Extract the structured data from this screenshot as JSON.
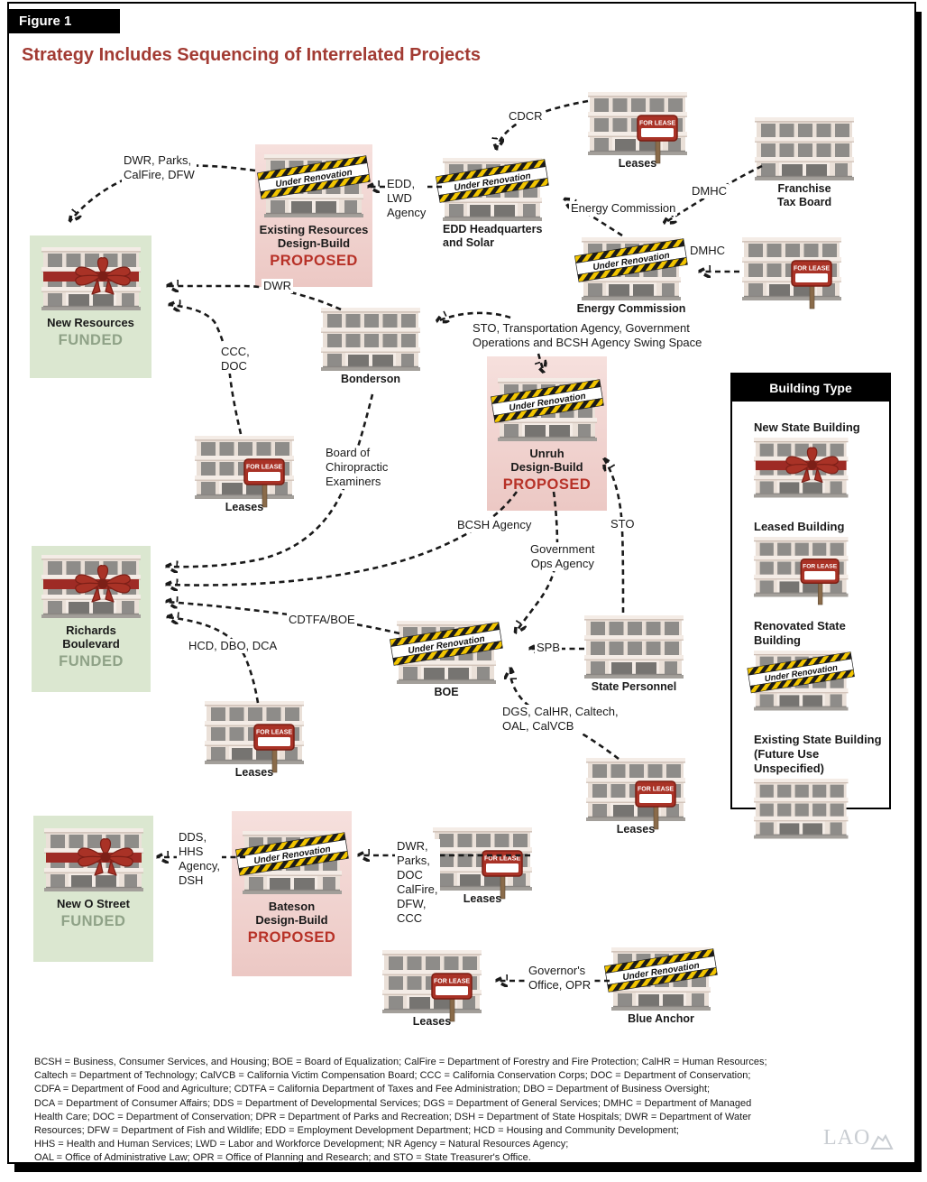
{
  "figure_label": "Figure 1",
  "title": "Strategy Includes Sequencing of Interrelated Projects",
  "colors": {
    "title_red": "#A23B33",
    "proposed_red": "#B73127",
    "funded_green": "#8FA287",
    "funded_box_green": "#DBE7D0",
    "proposed_box_pink": "#F3D7D3",
    "tape_yellow": "#F2C500",
    "lease_sign_red": "#A93226",
    "bow_red": "#A93226"
  },
  "building_art": {
    "under_renovation": "Under Renovation",
    "for_lease": "FOR LEASE"
  },
  "nodes": {
    "leases_top": {
      "label": "Leases"
    },
    "franchise_tax_board": {
      "label": "Franchise\nTax Board"
    },
    "edd": {
      "label": "EDD Headquarters\nand Solar"
    },
    "existing_resources": {
      "name": "Existing Resources\nDesign-Build",
      "status": "PROPOSED"
    },
    "new_resources": {
      "name": "New Resources",
      "status": "FUNDED"
    },
    "energy_commission": {
      "label": "Energy Commission"
    },
    "bonderson": {
      "label": "Bonderson"
    },
    "unruh": {
      "name": "Unruh\nDesign-Build",
      "status": "PROPOSED"
    },
    "leases_ccc": {
      "label": "Leases"
    },
    "richards_boulevard": {
      "name": "Richards\nBoulevard",
      "status": "FUNDED"
    },
    "boe": {
      "label": "BOE"
    },
    "state_personnel": {
      "label": "State Personnel"
    },
    "leases_hcd": {
      "label": "Leases"
    },
    "leases_dgs": {
      "label": "Leases"
    },
    "new_o_street": {
      "name": "New O Street",
      "status": "FUNDED"
    },
    "bateson": {
      "name": "Bateson\nDesign-Build",
      "status": "PROPOSED"
    },
    "leases_dwr": {
      "label": "Leases"
    },
    "leases_bottom": {
      "label": "Leases"
    },
    "blue_anchor": {
      "label": "Blue Anchor"
    }
  },
  "arrow_labels": {
    "cdcr": "CDCR",
    "dmhc_upper": "DMHC",
    "dmhc_lower": "DMHC",
    "energy_commission_move": "Energy Commission",
    "edd_lwd": "EDD,\nLWD\nAgency",
    "dwr_parks_calfire": "DWR, Parks,\nCalFire, DFW",
    "dwr": "DWR",
    "ccc_doc": "CCC,\nDOC",
    "swing_space": "STO, Transportation Agency, Government\nOperations and BCSH Agency Swing Space",
    "board_chiro": "Board of\nChiropractic\nExaminers",
    "bcsh": "BCSH Agency",
    "gov_ops": "Government\nOps Agency",
    "sto": "STO",
    "cdtfa_boe": "CDTFA/BOE",
    "hcd_dbo_dca": "HCD, DBO, DCA",
    "spb": "SPB",
    "dgs": "DGS, CalHR, Caltech,\nOAL, CalVCB",
    "dds_hhs": "DDS,\nHHS\nAgency,\nDSH",
    "dwr_full": "DWR,\nParks,\nDOC\nCalFire,\nDFW,\nCCC",
    "governor": "Governor's\nOffice, OPR"
  },
  "arrows": [
    {
      "from": "leases_top",
      "to": "edd",
      "label": "CDCR"
    },
    {
      "from": "edd",
      "to": "existing_resources",
      "label": "EDD, LWD Agency"
    },
    {
      "from": "existing_resources",
      "to": "new_resources",
      "label": "DWR, Parks, CalFire, DFW"
    },
    {
      "from": "franchise_tax_board",
      "to": "energy_commission",
      "label": "DMHC"
    },
    {
      "from": "leases_right",
      "to": "energy_commission",
      "label": "DMHC"
    },
    {
      "from": "energy_commission",
      "to": "edd",
      "label": "Energy Commission"
    },
    {
      "from": "swing_space_label",
      "to": "bonderson",
      "label": "STO, Transportation Agency, Government Operations and BCSH Agency Swing Space"
    },
    {
      "from": "swing_space_label",
      "to": "unruh",
      "label": ""
    },
    {
      "from": "bonderson",
      "to": "new_resources",
      "label": "DWR"
    },
    {
      "from": "leases_ccc",
      "to": "new_resources",
      "label": "CCC, DOC"
    },
    {
      "from": "bonderson",
      "to": "richards_boulevard",
      "label": "Board of Chiropractic Examiners"
    },
    {
      "from": "unruh",
      "to": "richards_boulevard",
      "label": "BCSH Agency"
    },
    {
      "from": "unruh",
      "to": "boe",
      "label": "Government Ops Agency"
    },
    {
      "from": "state_personnel",
      "to": "unruh",
      "label": "STO"
    },
    {
      "from": "boe",
      "to": "richards_boulevard",
      "label": "CDTFA/BOE"
    },
    {
      "from": "leases_hcd",
      "to": "richards_boulevard",
      "label": "HCD, DBO, DCA"
    },
    {
      "from": "state_personnel",
      "to": "boe",
      "label": "SPB"
    },
    {
      "from": "leases_dgs",
      "to": "boe",
      "label": "DGS, CalHR, Caltech, OAL, CalVCB"
    },
    {
      "from": "bateson",
      "to": "new_o_street",
      "label": "DDS, HHS Agency, DSH"
    },
    {
      "from": "leases_dwr",
      "to": "bateson",
      "label": "DWR, Parks, DOC CalFire, DFW, CCC"
    },
    {
      "from": "blue_anchor",
      "to": "leases_bottom",
      "label": "Governor's Office, OPR"
    }
  ],
  "legend": {
    "title": "Building Type",
    "items": [
      {
        "label": "New State Building",
        "type": "new"
      },
      {
        "label": "Leased Building",
        "type": "lease"
      },
      {
        "label": "Renovated State Building",
        "type": "renovation"
      },
      {
        "label": "Existing State Building\n(Future Use Unspecified)",
        "type": "plain"
      }
    ]
  },
  "footnote": {
    "text": "BCSH = Business, Consumer Services, and Housing; BOE = Board of Equalization; CalFire = Department of Forestry and Fire Protection; CalHR = Human Resources;\nCaltech = Department of Technology; CalVCB = California Victim Compensation Board; CCC = California Conservation Corps; DOC = Department of Conservation;\nCDFA = Department of Food and Agriculture; CDTFA = California Department of Taxes and Fee Administration; DBO = Department of Business Oversight;\nDCA = Department of Consumer Affairs; DDS = Department of Developmental Services; DGS = Department of General Services; DMHC = Department of Managed\nHealth Care; DOC = Department of Conservation; DPR = Department of Parks and Recreation; DSH = Department of State Hospitals; DWR = Department of Water\nResources; DFW = Department of Fish and Wildlife; EDD = Employment Development Department; HCD = Housing and Community Development;\nHHS = Health and Human Services; LWD = Labor and Workforce Development; NR Agency = Natural Resources Agency;\nOAL = Office of Administrative Law; OPR = Office of Planning and Research; and STO = State Treasurer's Office."
  },
  "logo": "LAO"
}
